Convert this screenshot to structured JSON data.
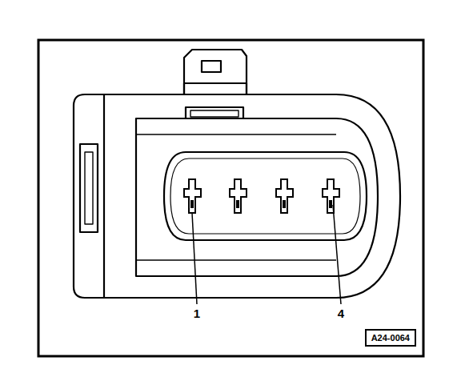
{
  "diagram": {
    "nodes": [
      {
        "text": [
          "A24-0064"
        ]
      }
    ],
    "labels": [
      "1",
      "4"
    ]
  }
}
